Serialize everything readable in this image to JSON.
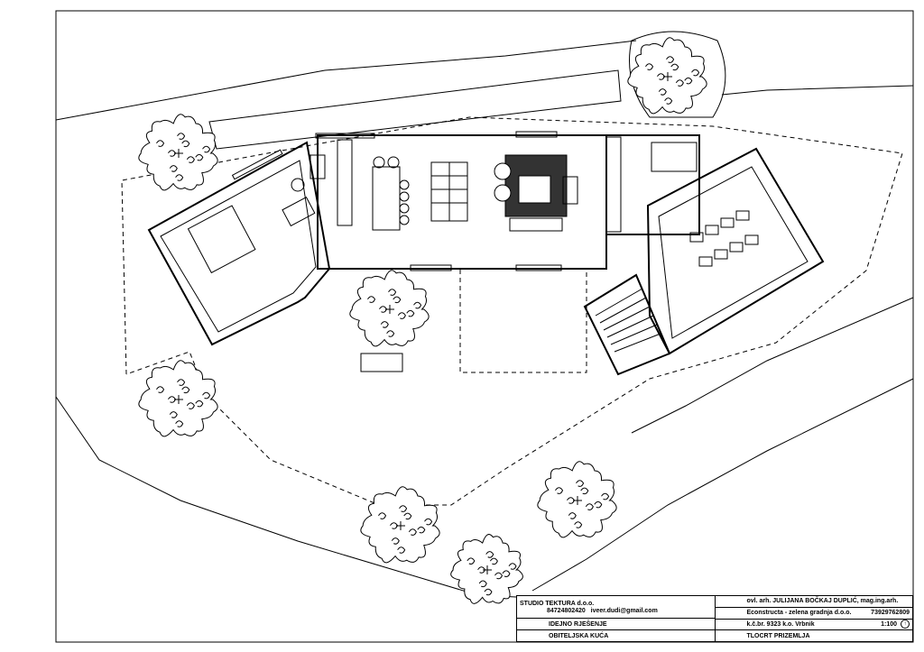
{
  "title_block": {
    "company": "STUDIO TEKTURA d.o.o.",
    "oib": "84724802420",
    "email": "iveer.dudi@gmail.com",
    "phase": "IDEJNO RJEŠENJE",
    "building": "OBITELJSKA KUĆA",
    "architect": "ovl. arh. JULIJANA BOČKAJ DUPLIĆ, mag.ing.arh.",
    "investor": "Econstructa - zelena gradnja d.o.o.",
    "investor_id": "73929762809",
    "location": "k.č.br. 9323 k.o. Vrbnik",
    "scale": "1:100",
    "sheet": "TLOCRT PRIZEMLJA"
  }
}
